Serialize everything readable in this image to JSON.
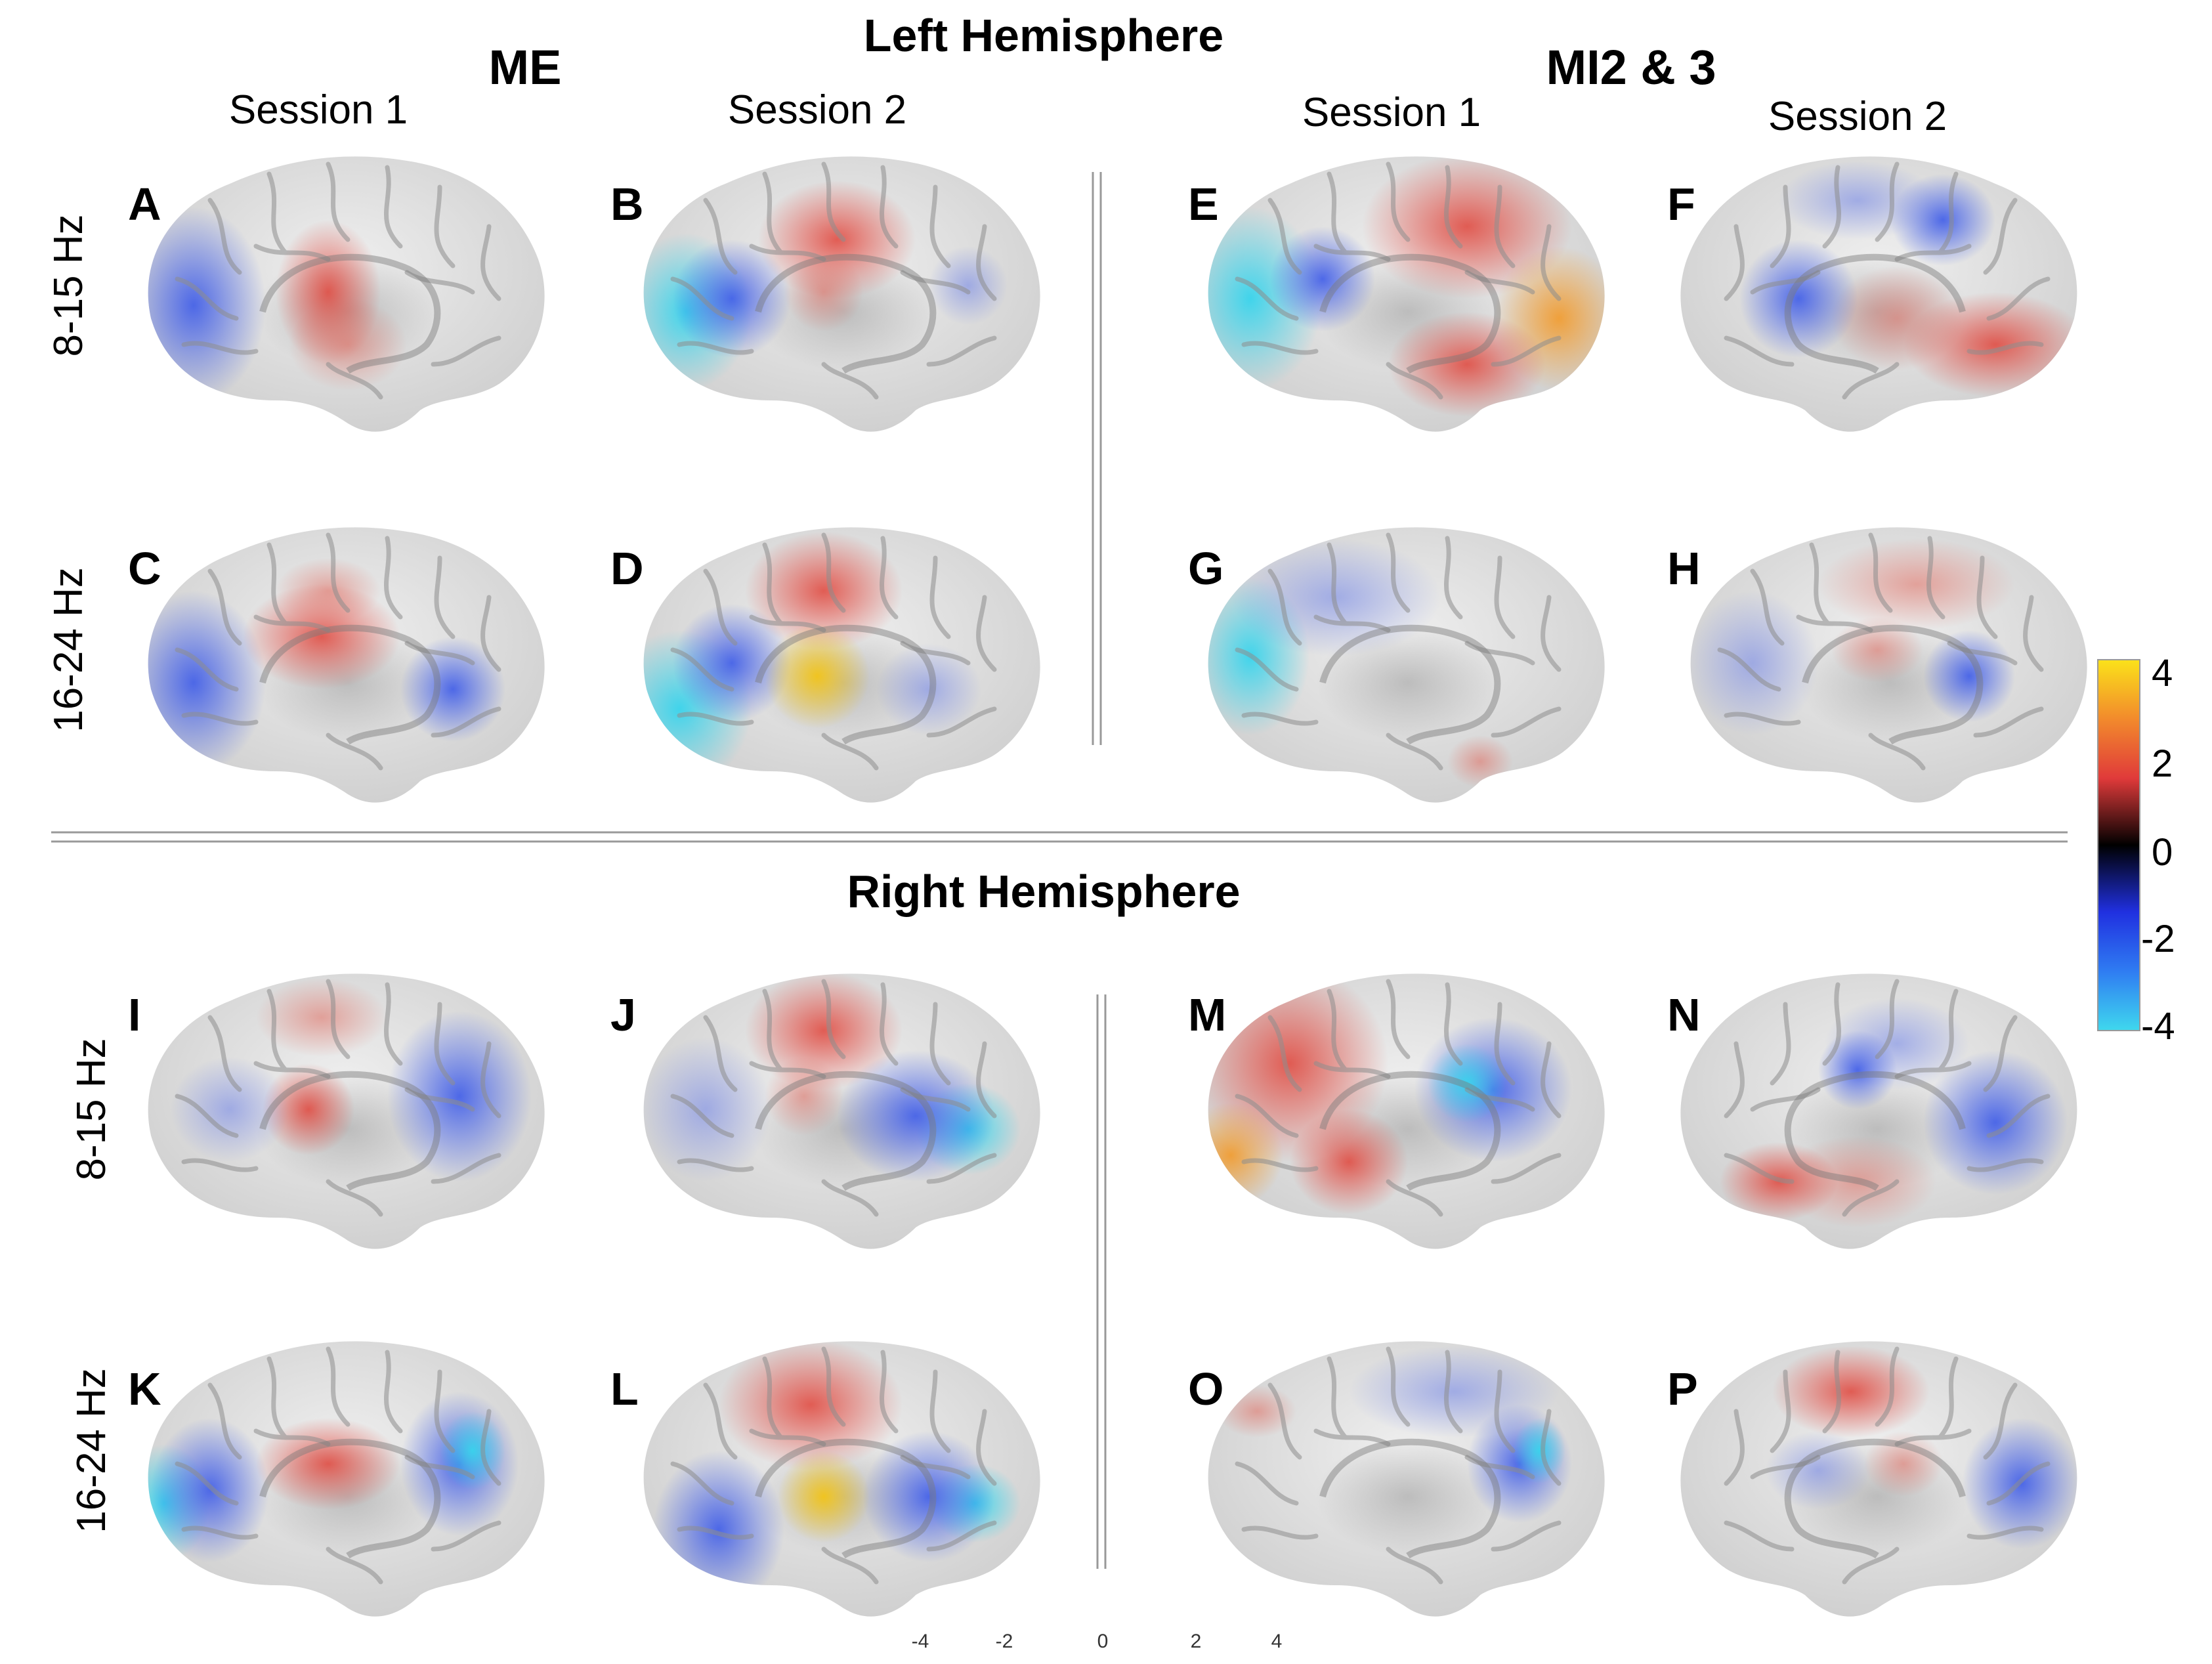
{
  "titles": {
    "left_hemisphere": "Left Hemisphere",
    "right_hemisphere": "Right Hemisphere"
  },
  "conditions": {
    "me": "ME",
    "mi": "MI2 & 3"
  },
  "sessions": {
    "me_1": "Session 1",
    "me_2": "Session 2",
    "mi_1": "Session 1",
    "mi_2": "Session 2"
  },
  "frequency_bands": {
    "lh_alpha": "8-15 Hz",
    "lh_beta": "16-24 Hz",
    "rh_alpha": "8-15 Hz",
    "rh_beta": "16-24 Hz"
  },
  "panels": [
    {
      "letter": "A",
      "hemisphere": "left",
      "condition": "ME",
      "session": 1,
      "band": "8-15 Hz"
    },
    {
      "letter": "B",
      "hemisphere": "left",
      "condition": "ME",
      "session": 2,
      "band": "8-15 Hz"
    },
    {
      "letter": "E",
      "hemisphere": "left",
      "condition": "MI2 & 3",
      "session": 1,
      "band": "8-15 Hz"
    },
    {
      "letter": "F",
      "hemisphere": "left",
      "condition": "MI2 & 3",
      "session": 2,
      "band": "8-15 Hz"
    },
    {
      "letter": "C",
      "hemisphere": "left",
      "condition": "ME",
      "session": 1,
      "band": "16-24 Hz"
    },
    {
      "letter": "D",
      "hemisphere": "left",
      "condition": "ME",
      "session": 2,
      "band": "16-24 Hz"
    },
    {
      "letter": "G",
      "hemisphere": "left",
      "condition": "MI2 & 3",
      "session": 1,
      "band": "16-24 Hz"
    },
    {
      "letter": "H",
      "hemisphere": "left",
      "condition": "MI2 & 3",
      "session": 2,
      "band": "16-24 Hz"
    },
    {
      "letter": "I",
      "hemisphere": "right",
      "condition": "ME",
      "session": 1,
      "band": "8-15 Hz"
    },
    {
      "letter": "J",
      "hemisphere": "right",
      "condition": "ME",
      "session": 2,
      "band": "8-15 Hz"
    },
    {
      "letter": "M",
      "hemisphere": "right",
      "condition": "MI2 & 3",
      "session": 1,
      "band": "8-15 Hz"
    },
    {
      "letter": "N",
      "hemisphere": "right",
      "condition": "MI2 & 3",
      "session": 2,
      "band": "8-15 Hz"
    },
    {
      "letter": "K",
      "hemisphere": "right",
      "condition": "ME",
      "session": 1,
      "band": "16-24 Hz"
    },
    {
      "letter": "L",
      "hemisphere": "right",
      "condition": "ME",
      "session": 2,
      "band": "16-24 Hz"
    },
    {
      "letter": "O",
      "hemisphere": "right",
      "condition": "MI2 & 3",
      "session": 1,
      "band": "16-24 Hz"
    },
    {
      "letter": "P",
      "hemisphere": "right",
      "condition": "MI2 & 3",
      "session": 2,
      "band": "16-24 Hz"
    }
  ],
  "colorbar": {
    "ticks": [
      "4",
      "2",
      "0",
      "-2",
      "-4"
    ],
    "min": -4,
    "max": 4,
    "colors": [
      "#fbe21a",
      "#f28a2c",
      "#e03a3a",
      "#000000",
      "#2030e0",
      "#2f7cf2",
      "#3fd8ee"
    ]
  },
  "bottom_axis": {
    "ticks": [
      "-4",
      "-2",
      "0",
      "2",
      "4"
    ]
  },
  "colors": {
    "cortex": "#d9d9d9",
    "positive": "#e0443a",
    "negative": "#3d5be8",
    "peak_positive": "#f5c518",
    "peak_negative": "#38d4ec"
  }
}
